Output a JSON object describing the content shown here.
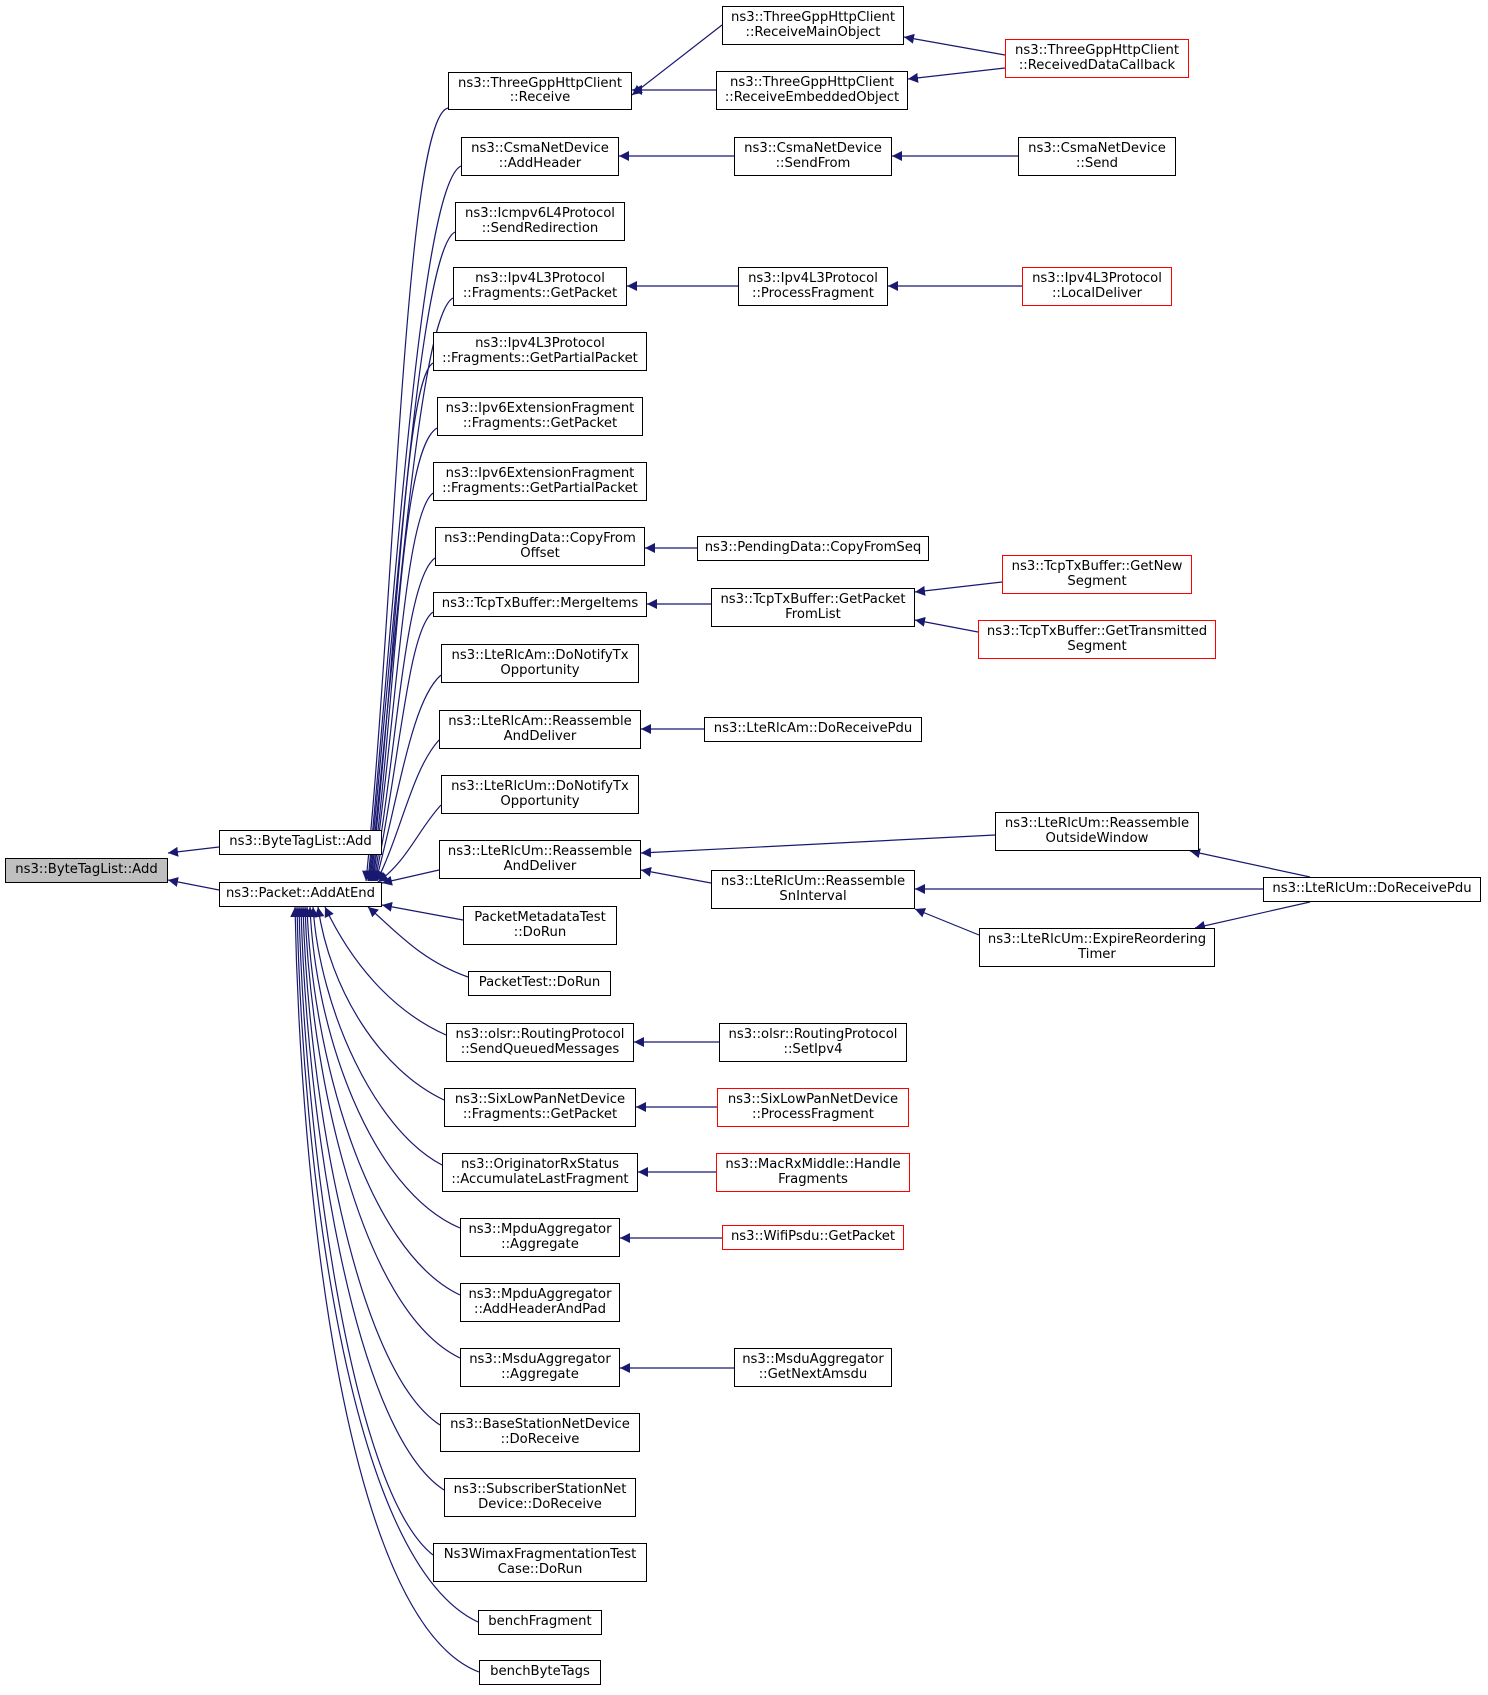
{
  "colors": {
    "edge": "#191970",
    "node_border": "#000000",
    "node_truncated": "#ff0000",
    "root_fill": "#bfbfbf"
  },
  "nodes": {
    "root": [
      "ns3::ByteTagList::Add"
    ],
    "btl_add": [
      "ns3::ByteTagList::Add"
    ],
    "addatend": [
      "ns3::Packet::AddAtEnd"
    ],
    "tgh_receive": [
      "ns3::ThreeGppHttpClient",
      "::Receive"
    ],
    "tgh_main": [
      "ns3::ThreeGppHttpClient",
      "::ReceiveMainObject"
    ],
    "tgh_emb": [
      "ns3::ThreeGppHttpClient",
      "::ReceiveEmbeddedObject"
    ],
    "tgh_cb": [
      "ns3::ThreeGppHttpClient",
      "::ReceivedDataCallback"
    ],
    "csma_addheader": [
      "ns3::CsmaNetDevice",
      "::AddHeader"
    ],
    "csma_sendfrom": [
      "ns3::CsmaNetDevice",
      "::SendFrom"
    ],
    "csma_send": [
      "ns3::CsmaNetDevice",
      "::Send"
    ],
    "icmpv6": [
      "ns3::Icmpv6L4Protocol",
      "::SendRedirection"
    ],
    "ipv4_getpacket": [
      "ns3::Ipv4L3Protocol",
      "::Fragments::GetPacket"
    ],
    "ipv4_procfrag": [
      "ns3::Ipv4L3Protocol",
      "::ProcessFragment"
    ],
    "ipv4_local": [
      "ns3::Ipv4L3Protocol",
      "::LocalDeliver"
    ],
    "ipv4_partial": [
      "ns3::Ipv4L3Protocol",
      "::Fragments::GetPartialPacket"
    ],
    "ipv6_getpacket": [
      "ns3::Ipv6ExtensionFragment",
      "::Fragments::GetPacket"
    ],
    "ipv6_partial": [
      "ns3::Ipv6ExtensionFragment",
      "::Fragments::GetPartialPacket"
    ],
    "pending_copy": [
      "ns3::PendingData::CopyFrom",
      "Offset"
    ],
    "pending_seq": [
      "ns3::PendingData::CopyFromSeq"
    ],
    "tcp_merge": [
      "ns3::TcpTxBuffer::MergeItems"
    ],
    "tcp_getpacket": [
      "ns3::TcpTxBuffer::GetPacket",
      "FromList"
    ],
    "tcp_newseg": [
      "ns3::TcpTxBuffer::GetNew",
      "Segment"
    ],
    "tcp_transseg": [
      "ns3::TcpTxBuffer::GetTransmitted",
      "Segment"
    ],
    "am_notify": [
      "ns3::LteRlcAm::DoNotifyTx",
      "Opportunity"
    ],
    "am_reasm": [
      "ns3::LteRlcAm::Reassemble",
      "AndDeliver"
    ],
    "am_rxpdu": [
      "ns3::LteRlcAm::DoReceivePdu"
    ],
    "um_notify": [
      "ns3::LteRlcUm::DoNotifyTx",
      "Opportunity"
    ],
    "um_reasm": [
      "ns3::LteRlcUm::Reassemble",
      "AndDeliver"
    ],
    "um_outside": [
      "ns3::LteRlcUm::Reassemble",
      "OutsideWindow"
    ],
    "um_sn": [
      "ns3::LteRlcUm::Reassemble",
      "SnInterval"
    ],
    "um_rxpdu": [
      "ns3::LteRlcUm::DoReceivePdu"
    ],
    "um_expire": [
      "ns3::LteRlcUm::ExpireReordering",
      "Timer"
    ],
    "pmt": [
      "PacketMetadataTest",
      "::DoRun"
    ],
    "ptest": [
      "PacketTest::DoRun"
    ],
    "olsr_send": [
      "ns3::olsr::RoutingProtocol",
      "::SendQueuedMessages"
    ],
    "olsr_setipv4": [
      "ns3::olsr::RoutingProtocol",
      "::SetIpv4"
    ],
    "six_getpacket": [
      "ns3::SixLowPanNetDevice",
      "::Fragments::GetPacket"
    ],
    "six_procfrag": [
      "ns3::SixLowPanNetDevice",
      "::ProcessFragment"
    ],
    "orig_accum": [
      "ns3::OriginatorRxStatus",
      "::AccumulateLastFragment"
    ],
    "macrx": [
      "ns3::MacRxMiddle::Handle",
      "Fragments"
    ],
    "mpdu_agg": [
      "ns3::MpduAggregator",
      "::Aggregate"
    ],
    "wifipsdu": [
      "ns3::WifiPsdu::GetPacket"
    ],
    "mpdu_addhdr": [
      "ns3::MpduAggregator",
      "::AddHeaderAndPad"
    ],
    "msdu_agg": [
      "ns3::MsduAggregator",
      "::Aggregate"
    ],
    "msdu_next": [
      "ns3::MsduAggregator",
      "::GetNextAmsdu"
    ],
    "bs_rx": [
      "ns3::BaseStationNetDevice",
      "::DoReceive"
    ],
    "ss_rx": [
      "ns3::SubscriberStationNet",
      "Device::DoReceive"
    ],
    "wimax": [
      "Ns3WimaxFragmentationTest",
      "Case::DoRun"
    ],
    "benchfrag": [
      "benchFragment"
    ],
    "benchbyte": [
      "benchByteTags"
    ]
  }
}
